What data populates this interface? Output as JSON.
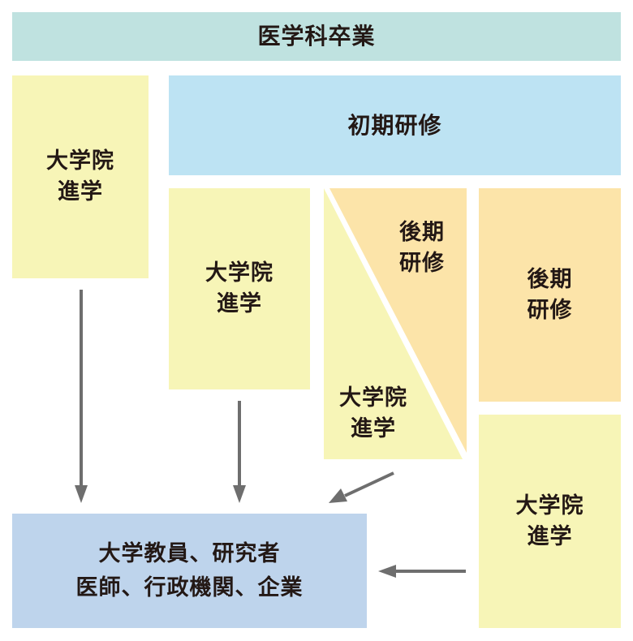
{
  "colors": {
    "top_bar": "#bfe2e0",
    "initial_training": "#bde3f3",
    "grad_school": "#f7f5b7",
    "late_training": "#fce4a9",
    "career": "#bed4ec",
    "arrow": "#6e6e6e"
  },
  "graduation": {
    "label": "医学科卒業"
  },
  "initial_training": {
    "label": "初期研修"
  },
  "path1": {
    "grad_school_label": "大学院\n進学"
  },
  "path2": {
    "grad_school_label": "大学院\n進学"
  },
  "path3": {
    "late_training_label": "後期\n研修",
    "grad_school_label": "大学院\n進学"
  },
  "path4": {
    "late_training_label": "後期\n研修",
    "grad_school_label": "大学院\n進学"
  },
  "career": {
    "label": "大学教員、研究者\n医師、行政機関、企業"
  }
}
